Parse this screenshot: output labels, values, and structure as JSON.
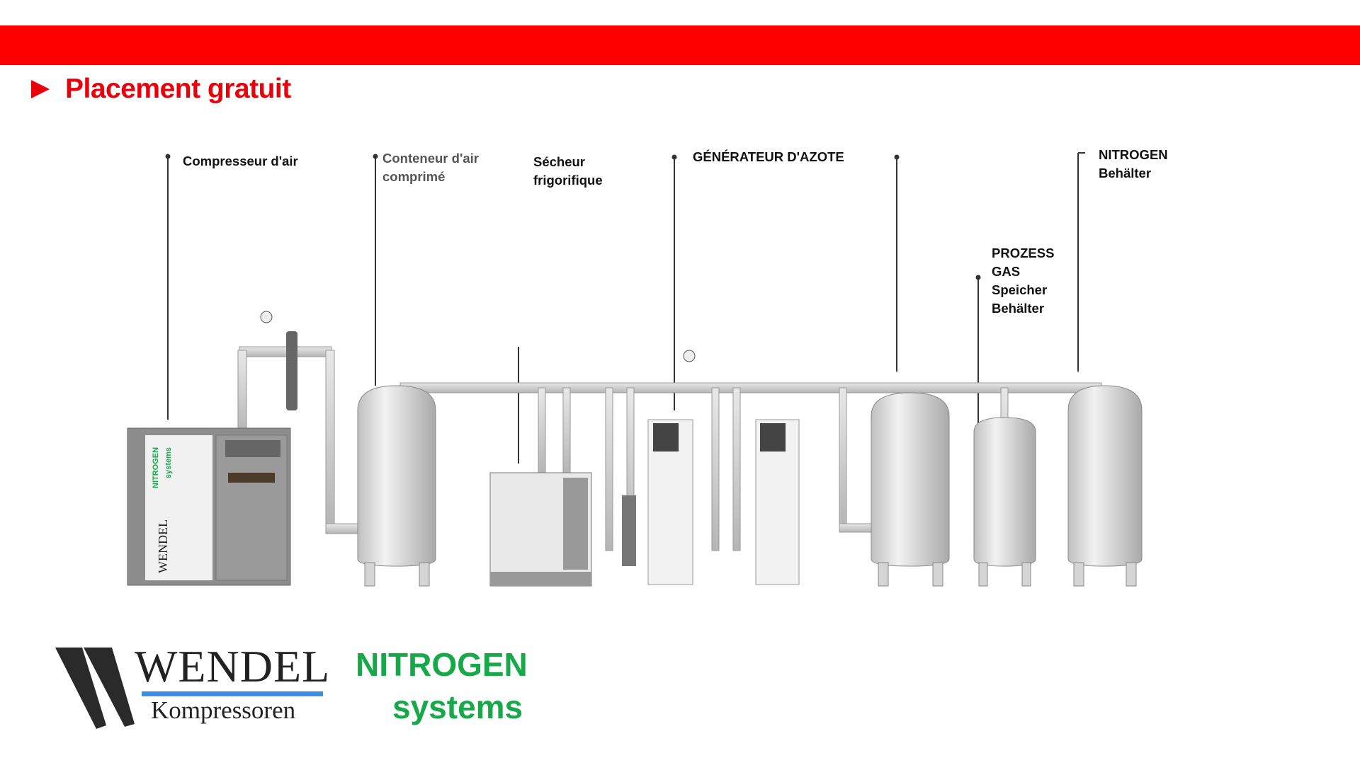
{
  "header": {
    "title": "Placement gratuit",
    "accent_color": "#fe0000"
  },
  "labels": {
    "compressor": "Compresseur d'air",
    "air_tank": "Conteneur d'air\ncomprimé",
    "dryer": "Sécheur\nfrigorifique",
    "generator": "GÉNÉRATEUR D'AZOTE",
    "process_tank": "PROZESS\nGAS\nSpeicher\nBehälter",
    "nitrogen_tank": "NITROGEN\nBehälter"
  },
  "logo": {
    "brand": "WENDEL",
    "subtitle": "Kompressoren",
    "line1": "NITROGEN",
    "line2": "systems",
    "green": "#17a84a",
    "blue": "#3a8ee6"
  }
}
